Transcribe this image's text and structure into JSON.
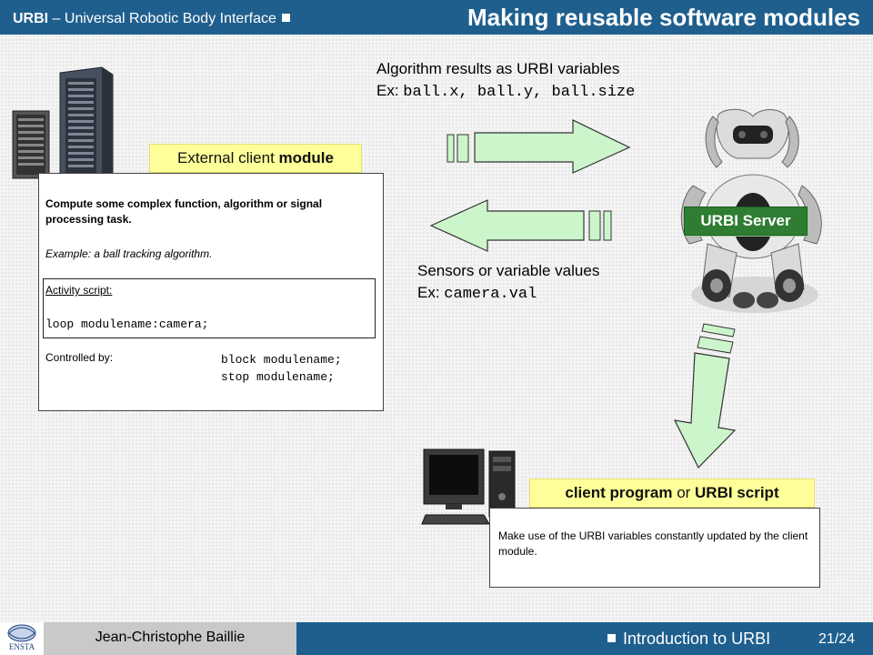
{
  "header": {
    "brand": "URBI",
    "brand_rest": " – Universal Robotic Body Interface",
    "title": "Making reusable software modules"
  },
  "algorithm": {
    "line1": "Algorithm results as URBI variables",
    "ex_prefix": "Ex: ",
    "ex_code": "ball.x, ball.y, ball.size"
  },
  "sensors": {
    "line1": "Sensors or variable values",
    "ex_prefix": "Ex: ",
    "ex_code": "camera.val"
  },
  "external_module": {
    "label_plain": "External client ",
    "label_bold": "module",
    "description": "Compute some complex function, algorithm or signal processing task.",
    "example": "Example: a ball tracking algorithm.",
    "activity_label": "Activity script:",
    "activity_code": "loop modulename:camera;",
    "controlled_label": "Controlled by:",
    "controlled_code_1": "block modulename;",
    "controlled_code_2": "stop modulename;"
  },
  "server": {
    "label": "URBI Server"
  },
  "client": {
    "label_a": "client program",
    "label_or": " or ",
    "label_b": "URBI script",
    "description": "Make use of the URBI variables constantly updated by the client module."
  },
  "footer": {
    "author": "Jean-Christophe Baillie",
    "topic": "Introduction to URBI",
    "page": "21/24",
    "logo_text": "ENSTA"
  },
  "colors": {
    "header_bg": "#1f5f8e",
    "label_yellow": "#ffff99",
    "server_green": "#2e7d32",
    "arrow_green": "#ccf5cc"
  },
  "icons": [
    "server-rack-icon",
    "robot-dog-icon",
    "desktop-computer-icon",
    "arrow-right-icon",
    "arrow-left-icon",
    "arrow-down-icon"
  ]
}
